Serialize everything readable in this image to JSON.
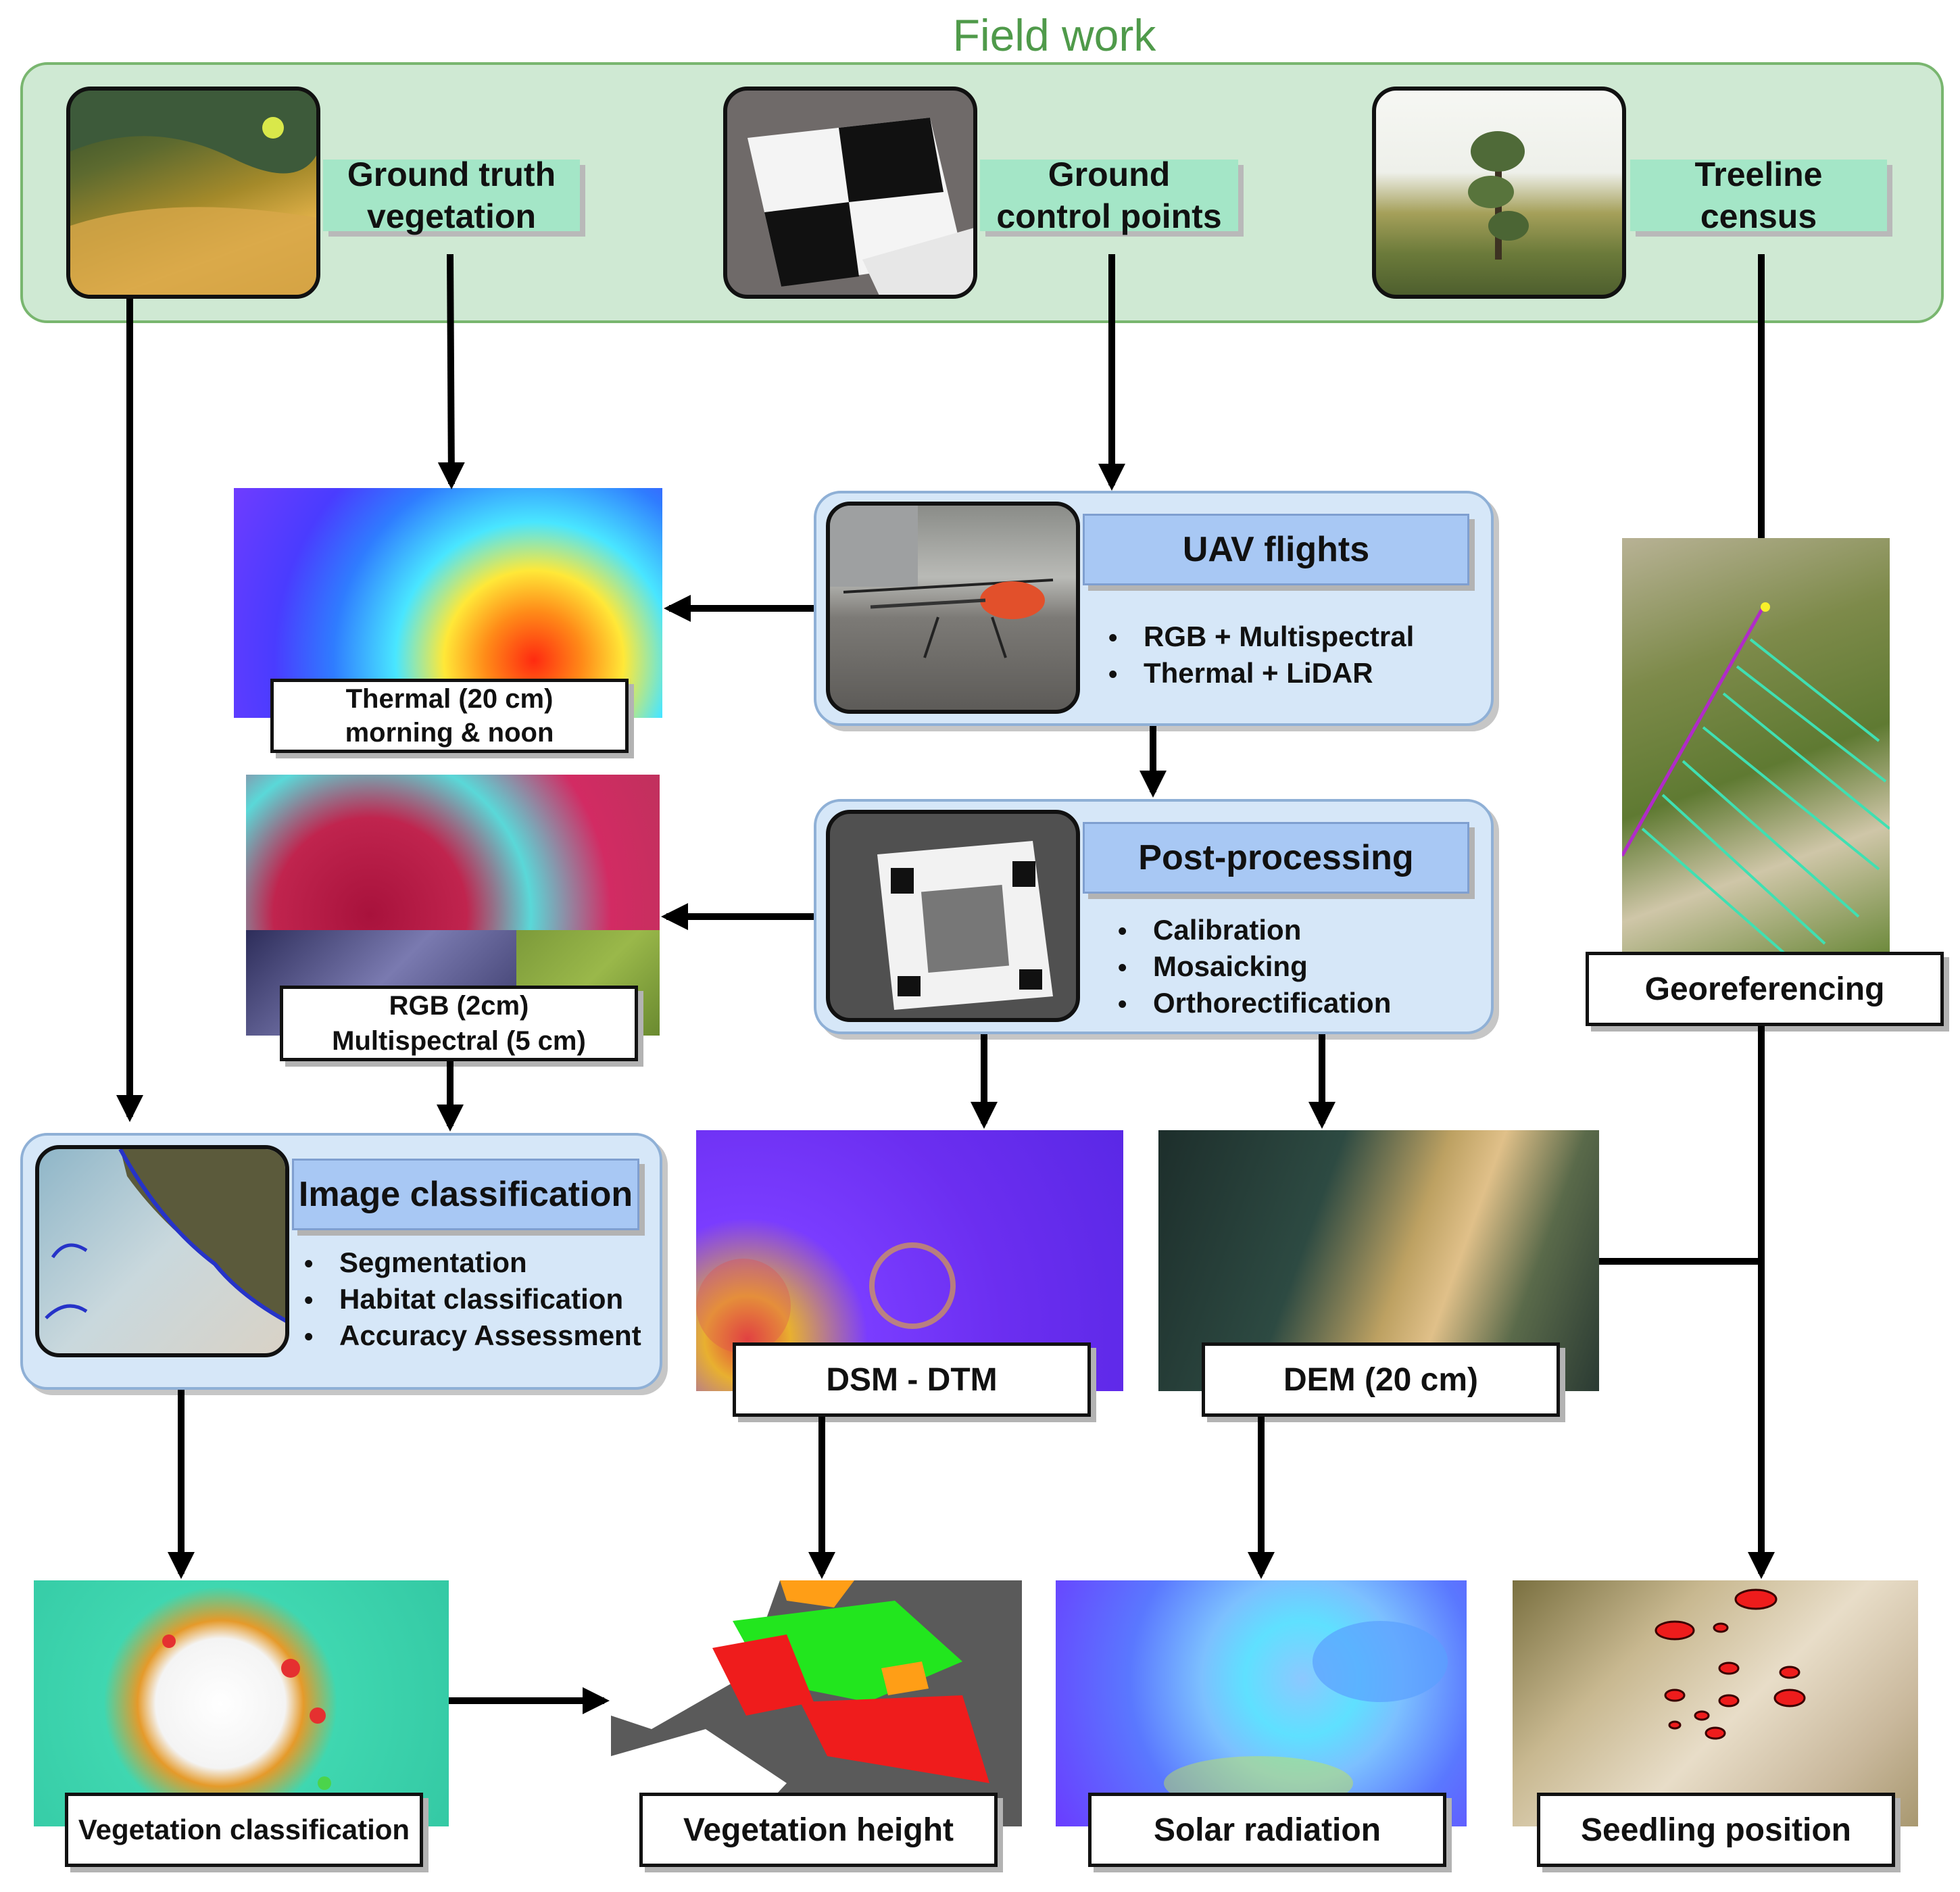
{
  "field": {
    "title": "Field work",
    "ground_truth_label": [
      "Ground truth",
      "vegetation"
    ],
    "gcp_label": [
      "Ground",
      "control points"
    ],
    "treeline_label": [
      "Treeline",
      "census"
    ]
  },
  "uav": {
    "title": "UAV flights",
    "bullets": [
      "RGB + Multispectral",
      "Thermal + LiDAR"
    ]
  },
  "post": {
    "title": "Post-processing",
    "bullets": [
      "Calibration",
      "Mosaicking",
      "Orthorectification"
    ]
  },
  "classification": {
    "title": "Image classification",
    "bullets": [
      "Segmentation",
      "Habitat classification",
      "Accuracy Assessment"
    ]
  },
  "products": {
    "thermal": [
      "Thermal (20 cm)",
      "morning & noon"
    ],
    "rgb": [
      "RGB (2cm)",
      "Multispectral (5 cm)"
    ],
    "georef": "Georeferencing",
    "dsm": "DSM - DTM",
    "dem": "DEM (20 cm)"
  },
  "outputs": {
    "veg_class": "Vegetation classification",
    "veg_height": "Vegetation height",
    "solar": "Solar radiation",
    "seedling": "Seedling position"
  },
  "colors": {
    "field_bg": "#cfe9d3",
    "field_border": "#79b66f",
    "field_title": "#4f9a4a",
    "green_label": "#a4e6c7",
    "blue_box": "#d6e7f8",
    "blue_label": "#a8c8f4",
    "arrow": "#000000"
  }
}
